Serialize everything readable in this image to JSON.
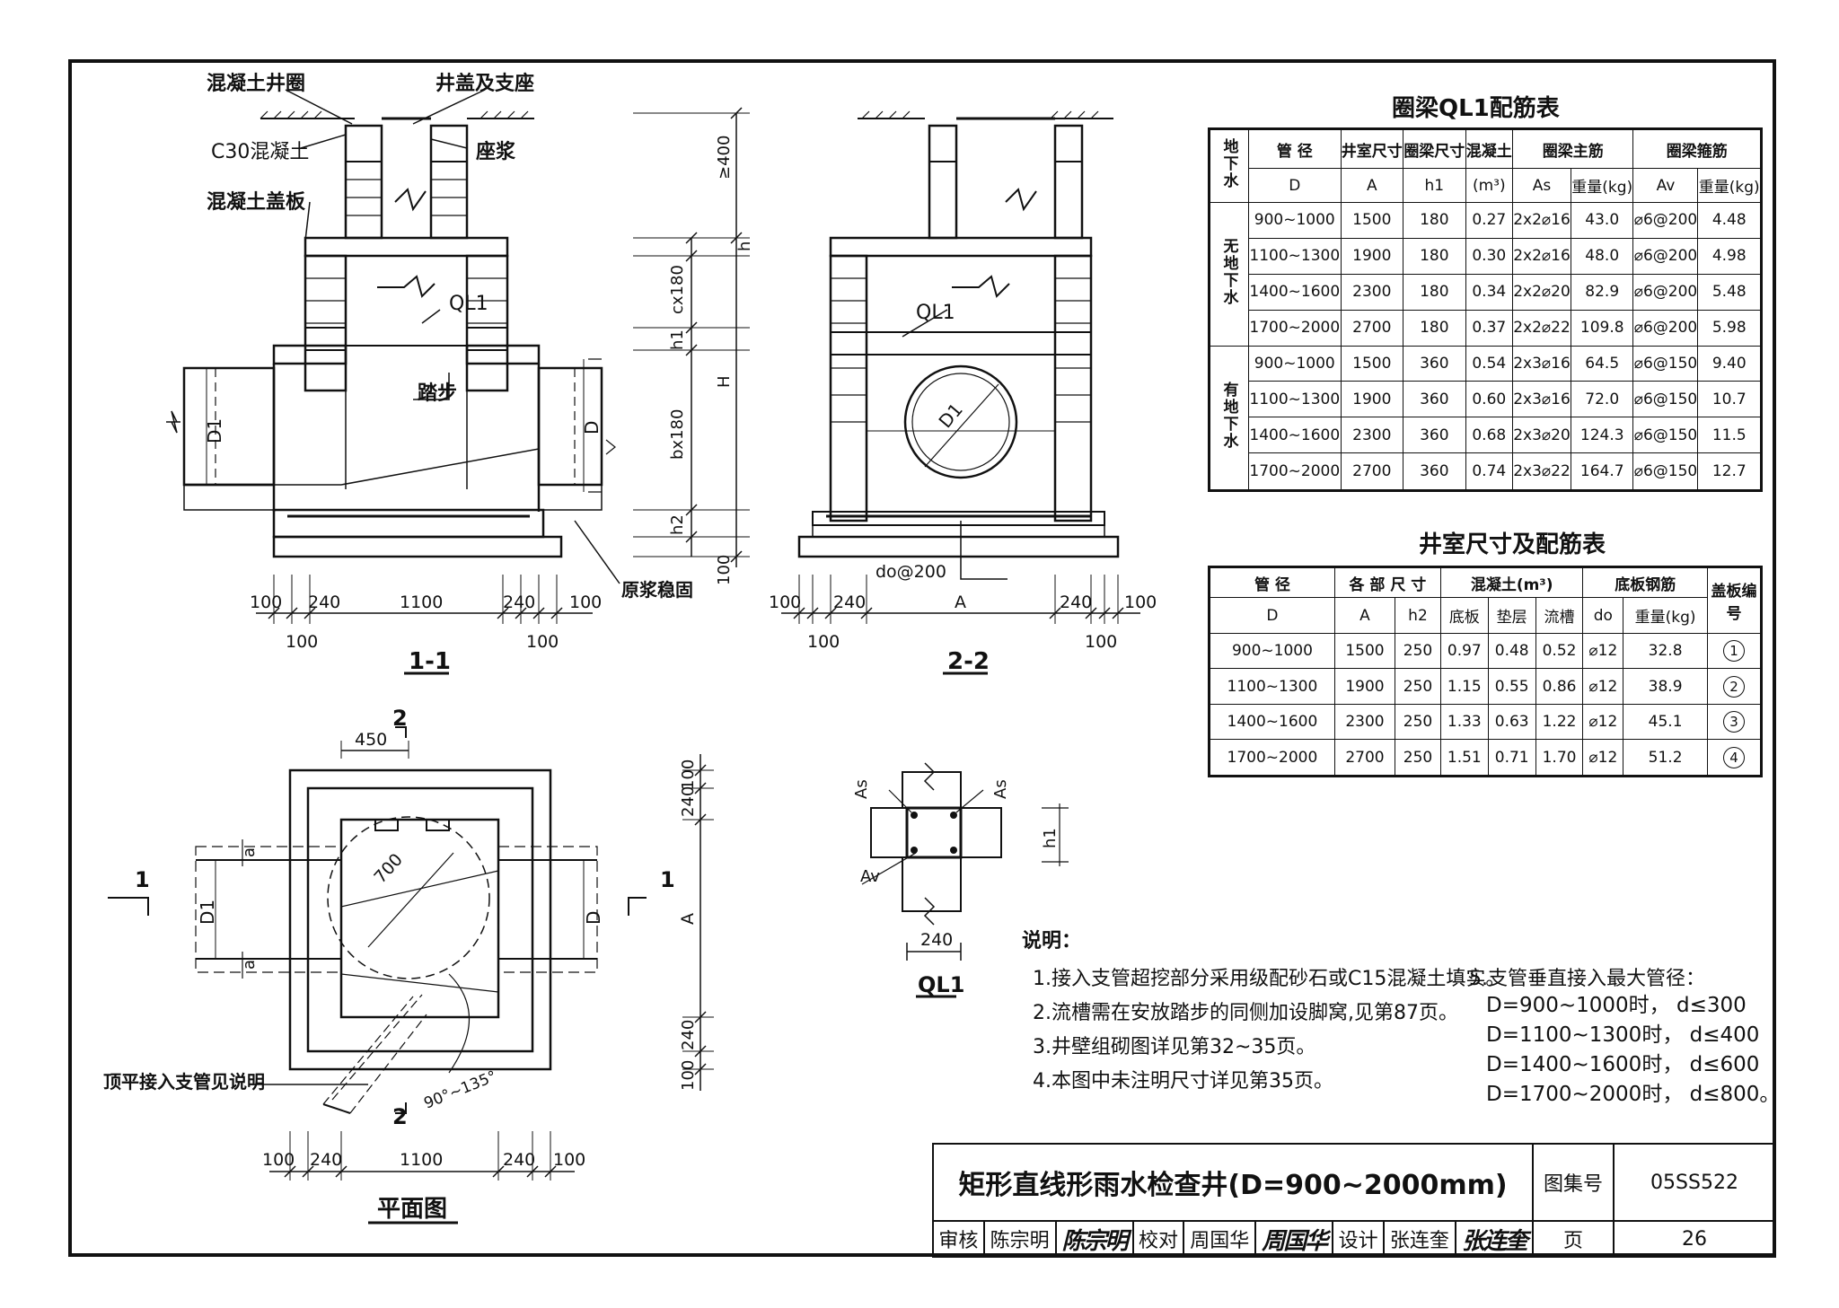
{
  "callouts_11": {
    "ring": "混凝土井圈",
    "cover": "井盖及支座",
    "c30": "C30混凝土",
    "mortar": "座浆",
    "slab": "混凝土盖板",
    "ql1": "QL1",
    "step": "踏步",
    "yuanjiang": "原浆稳固"
  },
  "dims_11": {
    "d400": "≥400",
    "h": "h",
    "cx180": "cx180",
    "h1": "h1",
    "H": "H",
    "bx180": "bx180",
    "h2": "h2",
    "d100": "100",
    "D1": "D1",
    "D": "D",
    "b100a": "100",
    "b240a": "240",
    "b1100": "1100",
    "b240b": "240",
    "b100b": "100",
    "s100a": "100",
    "s100b": "100"
  },
  "section_labels": {
    "s11": "1-1",
    "s22": "2-2",
    "plan": "平面图",
    "ql1": "QL1"
  },
  "dims_22": {
    "ql1": "QL1",
    "D1": "D1",
    "do200": "do@200",
    "b100a": "100",
    "b240a": "240",
    "bA": "A",
    "b240b": "240",
    "b100b": "100",
    "s100a": "100",
    "s100b": "100"
  },
  "plan": {
    "d450": "450",
    "d700": "700",
    "a1": "a",
    "a2": "a",
    "D1": "D1",
    "D": "D",
    "sec1": "1",
    "sec1b": "1",
    "sec2": "2",
    "sec2b": "2",
    "angle": "90°~135°",
    "side100a": "100",
    "side240a": "240",
    "sideA": "A",
    "side240b": "240",
    "side100b": "100",
    "b100a": "100",
    "b240a": "240",
    "b1100": "1100",
    "b240b": "240",
    "b100b": "100",
    "note": "顶平接入支管见说明"
  },
  "ql1_detail": {
    "As1": "As",
    "As2": "As",
    "Av": "Av",
    "h1": "h1",
    "w240": "240"
  },
  "table1": {
    "title": "圈梁QL1配筋表",
    "h_groundwater": "地下水",
    "h_pipe": "管 径",
    "h_A": "井室尺寸",
    "h_h1": "圈梁尺寸",
    "h_conc": "混凝土",
    "h_main": "圈梁主筋",
    "h_stirrup": "圈梁箍筋",
    "u_D": "D",
    "u_A": "A",
    "u_h1": "h1",
    "u_conc": "(m³)",
    "u_As": "As",
    "u_w1": "重量(kg)",
    "u_Av": "Av",
    "u_w2": "重量(kg)",
    "g1": "无地下水",
    "g2": "有地下水",
    "rows": [
      [
        "900~1000",
        "1500",
        "180",
        "0.27",
        "2x2⌀16",
        "43.0",
        "⌀6@200",
        "4.48"
      ],
      [
        "1100~1300",
        "1900",
        "180",
        "0.30",
        "2x2⌀16",
        "48.0",
        "⌀6@200",
        "4.98"
      ],
      [
        "1400~1600",
        "2300",
        "180",
        "0.34",
        "2x2⌀20",
        "82.9",
        "⌀6@200",
        "5.48"
      ],
      [
        "1700~2000",
        "2700",
        "180",
        "0.37",
        "2x2⌀22",
        "109.8",
        "⌀6@200",
        "5.98"
      ],
      [
        "900~1000",
        "1500",
        "360",
        "0.54",
        "2x3⌀16",
        "64.5",
        "⌀6@150",
        "9.40"
      ],
      [
        "1100~1300",
        "1900",
        "360",
        "0.60",
        "2x3⌀16",
        "72.0",
        "⌀6@150",
        "10.7"
      ],
      [
        "1400~1600",
        "2300",
        "360",
        "0.68",
        "2x3⌀20",
        "124.3",
        "⌀6@150",
        "11.5"
      ],
      [
        "1700~2000",
        "2700",
        "360",
        "0.74",
        "2x3⌀22",
        "164.7",
        "⌀6@150",
        "12.7"
      ]
    ]
  },
  "table2": {
    "title": "井室尺寸及配筋表",
    "h_pipe": "管 径",
    "h_dims": "各 部 尺 寸",
    "h_conc": "混凝土(m³)",
    "h_bar": "底板钢筋",
    "h_slab": "盖板编号",
    "u_D": "D",
    "u_A": "A",
    "u_h2": "h2",
    "u_base": "底板",
    "u_pad": "垫层",
    "u_chan": "流槽",
    "u_do": "do",
    "u_w": "重量(kg)",
    "rows": [
      [
        "900~1000",
        "1500",
        "250",
        "0.97",
        "0.48",
        "0.52",
        "⌀12",
        "32.8",
        "1"
      ],
      [
        "1100~1300",
        "1900",
        "250",
        "1.15",
        "0.55",
        "0.86",
        "⌀12",
        "38.9",
        "2"
      ],
      [
        "1400~1600",
        "2300",
        "250",
        "1.33",
        "0.63",
        "1.22",
        "⌀12",
        "45.1",
        "3"
      ],
      [
        "1700~2000",
        "2700",
        "250",
        "1.51",
        "0.71",
        "1.70",
        "⌀12",
        "51.2",
        "4"
      ]
    ]
  },
  "notes": {
    "heading": "说明：",
    "n1": "1.接入支管超挖部分采用级配砂石或C15混凝土填实。",
    "n2": "2.流槽需在安放踏步的同侧加设脚窝,见第87页。",
    "n3": "3.井壁组砌图详见第32~35页。",
    "n4": "4.本图中未注明尺寸详见第35页。",
    "n5": "5.支管垂直接入最大管径：",
    "n5a": "D=900~1000时，  d≤300",
    "n5b": "D=1100~1300时，  d≤400",
    "n5c": "D=1400~1600时，  d≤600",
    "n5d": "D=1700~2000时，  d≤800。"
  },
  "titleblock": {
    "title": "矩形直线形雨水检查井(D=900~2000mm)",
    "atlas_label": "图集号",
    "atlas": "05SS522",
    "check": "审核",
    "checker": "陈宗明",
    "checker_sig": "陈宗明",
    "proof": "校对",
    "proofer": "周国华",
    "proofer_sig": "周国华",
    "design": "设计",
    "designer": "张连奎",
    "designer_sig": "张连奎",
    "page_label": "页",
    "page": "26"
  }
}
